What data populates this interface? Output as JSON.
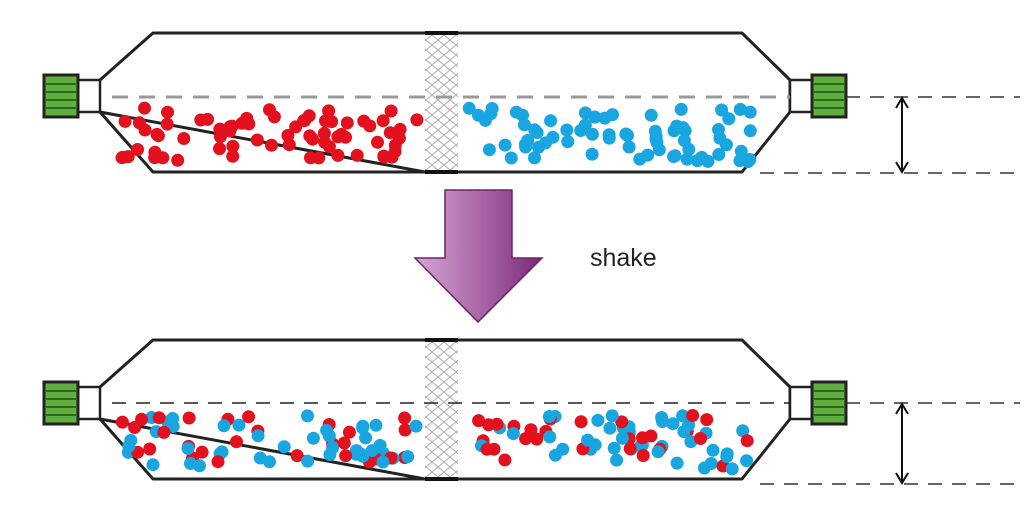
{
  "label": "shake",
  "colors": {
    "red": "#e3101e",
    "blue": "#19a6e0",
    "cap": "#5fae3e",
    "arrow": "#8e3b8e"
  },
  "before": {
    "left_particles": "red",
    "right_particles": "blue"
  },
  "after": {
    "left_particles": "mixed",
    "right_particles": "mixed"
  }
}
